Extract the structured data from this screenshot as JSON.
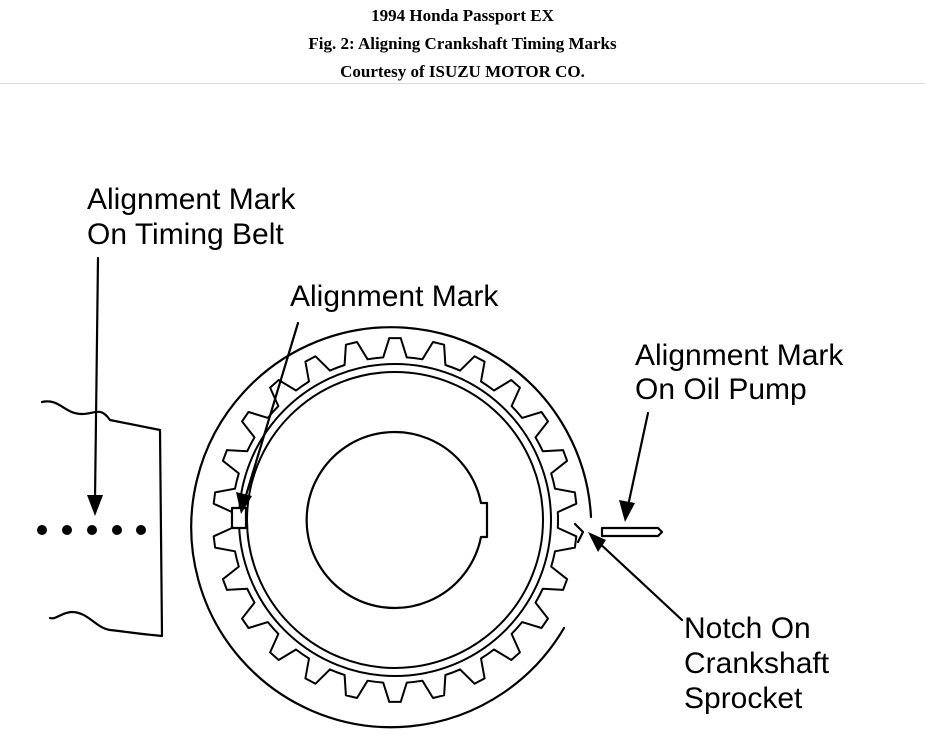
{
  "header": {
    "title": "1994 Honda Passport EX",
    "figure": "Fig. 2: Aligning Crankshaft Timing Marks",
    "courtesy": "Courtesy of ISUZU MOTOR CO."
  },
  "labels": {
    "belt_mark_line1": "Alignment Mark",
    "belt_mark_line2": "On Timing Belt",
    "sprocket_mark": "Alignment Mark",
    "oil_pump_line1": "Alignment Mark",
    "oil_pump_line2": "On Oil Pump",
    "notch_line1": "Notch On",
    "notch_line2": "Crankshaft",
    "notch_line3": "Sprocket"
  }
}
